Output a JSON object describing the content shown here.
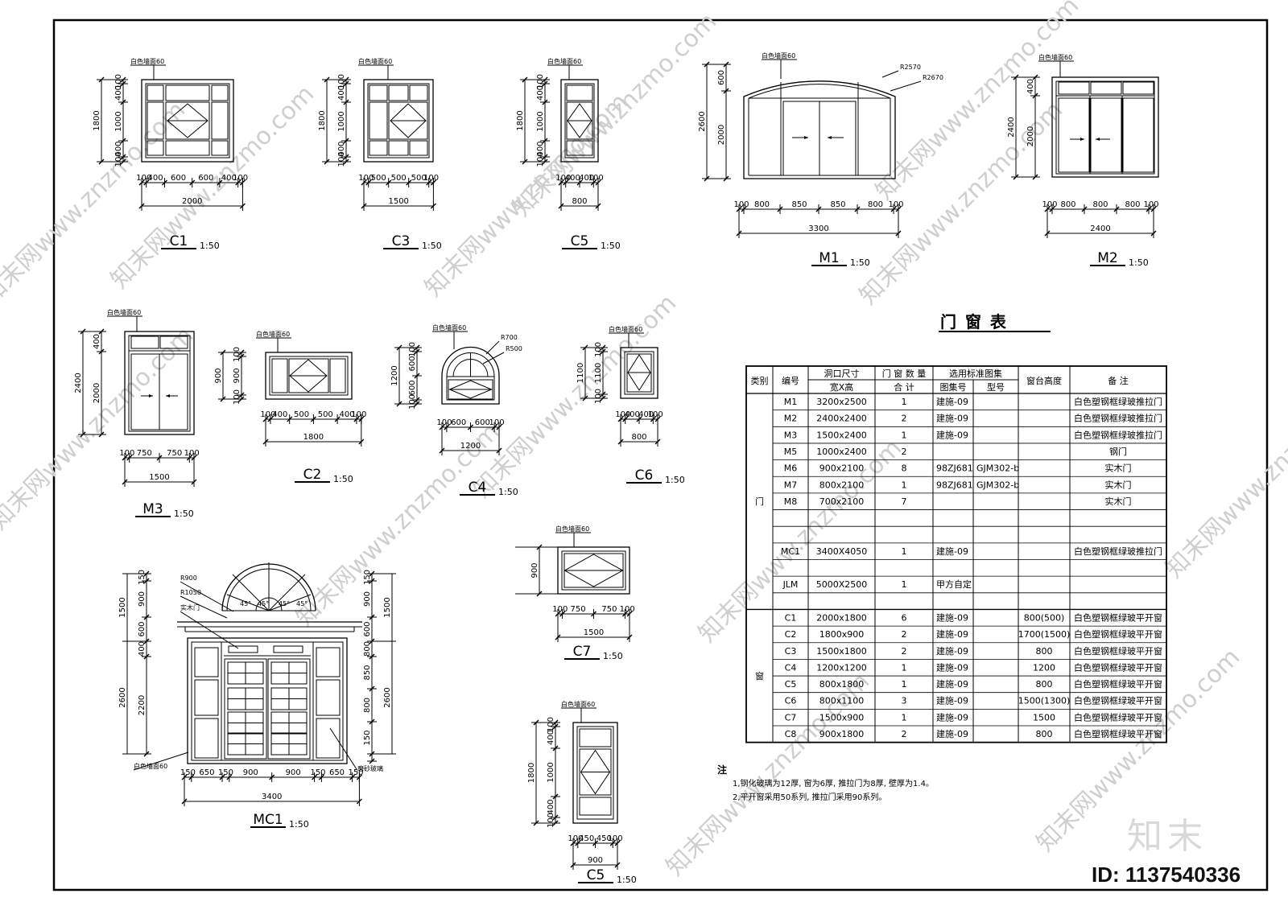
{
  "table": {
    "title": "门 窗 表",
    "headers": {
      "category": "类别",
      "code": "编号",
      "opening": "洞口尺寸",
      "opening_sub": "宽X高",
      "qty": "门 窗 数 量",
      "qty_sub": "合 计",
      "std": "选用标准图集",
      "atlas": "图集号",
      "model": "型号",
      "sill": "窗台高度",
      "note": "备    注"
    },
    "group_door": "门",
    "group_window": "窗",
    "rows": [
      {
        "code": "M1",
        "size": "3200x2500",
        "qty": "1",
        "atlas": "建施-09",
        "model": "",
        "sill": "",
        "note": "白色塑钢框绿玻推拉门"
      },
      {
        "code": "M2",
        "size": "2400x2400",
        "qty": "2",
        "atlas": "建施-09",
        "model": "",
        "sill": "",
        "note": "白色塑钢框绿玻推拉门"
      },
      {
        "code": "M3",
        "size": "1500x2400",
        "qty": "1",
        "atlas": "建施-09",
        "model": "",
        "sill": "",
        "note": "白色塑钢框绿玻推拉门"
      },
      {
        "code": "M5",
        "size": "1000x2400",
        "qty": "2",
        "atlas": "",
        "model": "",
        "sill": "",
        "note": "钢门"
      },
      {
        "code": "M6",
        "size": "900x2100",
        "qty": "8",
        "atlas": "98ZJ681",
        "model": "GJM302-b",
        "sill": "",
        "note": "实木门"
      },
      {
        "code": "M7",
        "size": "800x2100",
        "qty": "1",
        "atlas": "98ZJ681",
        "model": "GJM302-b",
        "sill": "",
        "note": "实木门"
      },
      {
        "code": "M8",
        "size": "700x2100",
        "qty": "7",
        "atlas": "",
        "model": "",
        "sill": "",
        "note": "实木门"
      },
      {
        "code": "",
        "size": "",
        "qty": "",
        "atlas": "",
        "model": "",
        "sill": "",
        "note": ""
      },
      {
        "code": "",
        "size": "",
        "qty": "",
        "atlas": "",
        "model": "",
        "sill": "",
        "note": ""
      },
      {
        "code": "MC1",
        "size": "3400X4050",
        "qty": "1",
        "atlas": "建施-09",
        "model": "",
        "sill": "",
        "note": "白色塑钢框绿玻推拉门"
      },
      {
        "code": "",
        "size": "",
        "qty": "",
        "atlas": "",
        "model": "",
        "sill": "",
        "note": ""
      },
      {
        "code": "JLM",
        "size": "5000X2500",
        "qty": "1",
        "atlas": "甲方自定",
        "model": "",
        "sill": "",
        "note": ""
      },
      {
        "code": "",
        "size": "",
        "qty": "",
        "atlas": "",
        "model": "",
        "sill": "",
        "note": ""
      },
      {
        "code": "C1",
        "size": "2000x1800",
        "qty": "6",
        "atlas": "建施-09",
        "model": "",
        "sill": "800(500)",
        "note": "白色塑钢框绿玻平开窗"
      },
      {
        "code": "C2",
        "size": "1800x900",
        "qty": "2",
        "atlas": "建施-09",
        "model": "",
        "sill": "1700(1500)",
        "note": "白色塑钢框绿玻平开窗"
      },
      {
        "code": "C3",
        "size": "1500x1800",
        "qty": "2",
        "atlas": "建施-09",
        "model": "",
        "sill": "800",
        "note": "白色塑钢框绿玻平开窗"
      },
      {
        "code": "C4",
        "size": "1200x1200",
        "qty": "1",
        "atlas": "建施-09",
        "model": "",
        "sill": "1200",
        "note": "白色塑钢框绿玻平开窗"
      },
      {
        "code": "C5",
        "size": "800x1800",
        "qty": "1",
        "atlas": "建施-09",
        "model": "",
        "sill": "800",
        "note": "白色塑钢框绿玻平开窗"
      },
      {
        "code": "C6",
        "size": "800x1100",
        "qty": "3",
        "atlas": "建施-09",
        "model": "",
        "sill": "1500(1300)",
        "note": "白色塑钢框绿玻平开窗"
      },
      {
        "code": "C7",
        "size": "1500x900",
        "qty": "1",
        "atlas": "建施-09",
        "model": "",
        "sill": "1500",
        "note": "白色塑钢框绿玻平开窗"
      },
      {
        "code": "C8",
        "size": "900x1800",
        "qty": "2",
        "atlas": "建施-09",
        "model": "",
        "sill": "800",
        "note": "白色塑钢框绿玻平开窗"
      }
    ]
  },
  "notes": {
    "head": "注",
    "line1": "1,钢化玻璃为12厚, 窗为6厚, 推拉门为8厚, 壁厚为1.4。",
    "line2": "2,平开窗采用50系列, 推拉门采用90系列。"
  },
  "labels": {
    "wall60": "白色墙面60",
    "solid_wood_door": "实木门",
    "frosted_glass": "磨砂玻璃",
    "r2570": "R2570",
    "r2670": "R2670",
    "r700": "R700",
    "r500": "R500",
    "r900": "R900",
    "r1050": "R1050",
    "angle": "45°"
  },
  "titles": {
    "c1": "C1",
    "c3": "C3",
    "c5": "C5",
    "m1": "M1",
    "m2": "M2",
    "m3": "M3",
    "c2": "C2",
    "c4": "C4",
    "c6": "C6",
    "c7": "C7",
    "mc1": "MC1",
    "c5b": "C5",
    "scale": "1:50"
  },
  "dims": {
    "c1": {
      "w": [
        "100",
        "400",
        "600",
        "600",
        "400",
        "100"
      ],
      "total": "2000",
      "h": [
        "100",
        "400",
        "1000",
        "400",
        "100"
      ],
      "htotal": "1800"
    },
    "c3": {
      "w": [
        "100",
        "500",
        "500",
        "500",
        "100"
      ],
      "total": "1500",
      "h": [
        "100",
        "400",
        "1000",
        "400",
        "100"
      ],
      "htotal": "1800"
    },
    "c5": {
      "w": [
        "100",
        "400",
        "400",
        "100"
      ],
      "total": "800",
      "h": [
        "100",
        "400",
        "1000",
        "400",
        "100"
      ],
      "htotal": "1800"
    },
    "m1": {
      "w": [
        "100",
        "800",
        "850",
        "850",
        "800",
        "100"
      ],
      "total": "3300",
      "h": [
        "600",
        "2000"
      ],
      "htotal": "2600"
    },
    "m2": {
      "w": [
        "100",
        "800",
        "800",
        "800",
        "100"
      ],
      "total": "2400",
      "h": [
        "400",
        "2000"
      ],
      "htotal": "2400"
    },
    "m3": {
      "w": [
        "100",
        "750",
        "750",
        "100"
      ],
      "total": "1500",
      "h": [
        "400",
        "2000"
      ],
      "htotal": "2400"
    },
    "c2": {
      "w": [
        "100",
        "400",
        "500",
        "500",
        "400",
        "100"
      ],
      "total": "1800",
      "h": [
        "100",
        "900",
        "100"
      ],
      "htotal": "900"
    },
    "c4": {
      "w": [
        "100",
        "600",
        "600",
        "100"
      ],
      "total": "1200",
      "h": [
        "100",
        "600",
        "600",
        "100"
      ],
      "htotal": "1200"
    },
    "c6": {
      "w": [
        "100",
        "400",
        "400",
        "100"
      ],
      "total": "800",
      "h": [
        "100",
        "1100",
        "100"
      ],
      "htotal": "1100"
    },
    "c7": {
      "w": [
        "100",
        "750",
        "750",
        "100"
      ],
      "total": "1500",
      "h": [
        "900"
      ],
      "htotal": "900"
    },
    "mc1": {
      "w": [
        "150",
        "650",
        "150",
        "900",
        "900",
        "150",
        "650",
        "150"
      ],
      "total": "3400",
      "hl": [
        "150",
        "900",
        "600",
        "400",
        "2200"
      ],
      "hltot1": "1500",
      "hltot2": "2600",
      "hr": [
        "150",
        "900",
        "600",
        "800",
        "850",
        "800",
        "150"
      ],
      "hrtot1": "1500",
      "hrtot2": "2600"
    },
    "c5b": {
      "w": [
        "100",
        "450",
        "450",
        "100"
      ],
      "total": "900",
      "h": [
        "100",
        "400",
        "1000",
        "400",
        "100"
      ],
      "htotal": "1800"
    }
  },
  "watermark": {
    "site": "知末网www.znzmo.com",
    "logo": "知末",
    "id": "ID: 1137540336"
  }
}
